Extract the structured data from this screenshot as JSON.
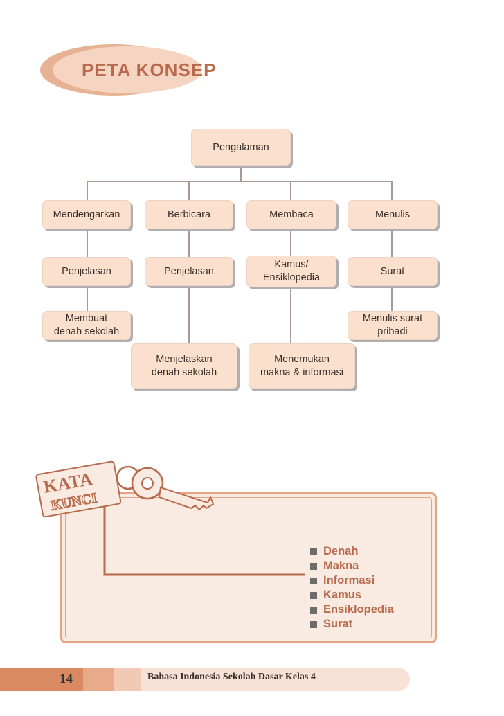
{
  "header": {
    "title": "PETA KONSEP"
  },
  "concept_map": {
    "root": "Pengalaman",
    "nodes": {
      "mendengarkan": "Mendengarkan",
      "berbicara": "Berbicara",
      "membaca": "Membaca",
      "menulis": "Menulis",
      "penjelasan_1": "Penjelasan",
      "penjelasan_2": "Penjelasan",
      "kamus_ensiklopedia": "Kamus/\nEnsiklopedia",
      "surat": "Surat",
      "membuat_denah": "Membuat\ndenah sekolah",
      "menulis_surat_pribadi": "Menulis surat\npribadi",
      "menjelaskan_denah": "Menjelaskan\ndenah sekolah",
      "menemukan_makna": "Menemukan\nmakna & informasi"
    }
  },
  "kata_kunci": {
    "logo_text": [
      "KATA",
      "KUNCI"
    ],
    "items": [
      "Denah",
      "Makna",
      "Informasi",
      "Kamus",
      "Ensiklopedia",
      "Surat"
    ]
  },
  "footer": {
    "page_number": "14",
    "book_title": "Bahasa Indonesia Sekolah Dasar Kelas 4"
  },
  "colors": {
    "accent": "#b86a4c",
    "box_fill": "#fbe0cd",
    "connector": "#a89a92",
    "footer_dark": "#d98a63"
  }
}
